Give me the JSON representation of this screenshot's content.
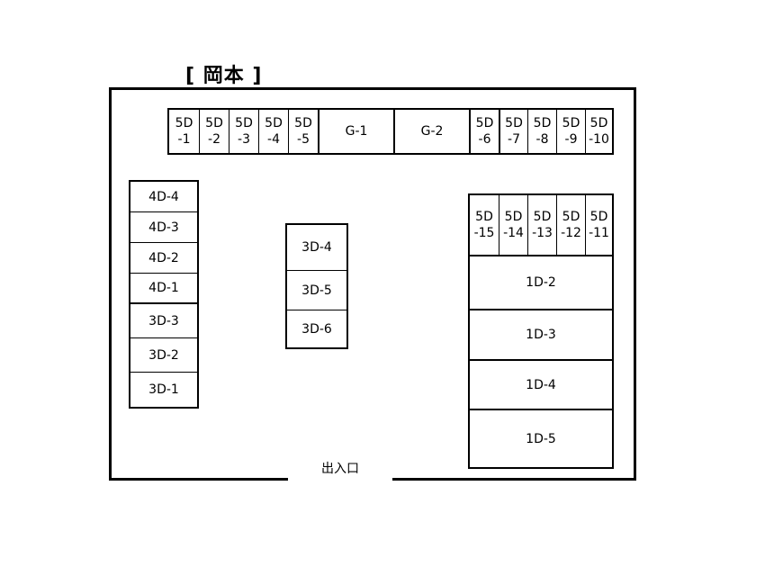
{
  "title": "[ 岡本 ]",
  "entrance": "出入口",
  "top_row": [
    "5D\n-1",
    "5D\n-2",
    "5D\n-3",
    "5D\n-4",
    "5D\n-5",
    "G-1",
    "G-2",
    "5D\n-6",
    "5D\n-7",
    "5D\n-8",
    "5D\n-9",
    "5D\n-10"
  ],
  "left_column": [
    "4D-4",
    "4D-3",
    "4D-2",
    "4D-1",
    "3D-3",
    "3D-2",
    "3D-1"
  ],
  "center_column": [
    "3D-4",
    "3D-5",
    "3D-6"
  ],
  "right_top_row": [
    "5D\n-15",
    "5D\n-14",
    "5D\n-13",
    "5D\n-12",
    "5D\n-11"
  ],
  "right_column": [
    "1D-2",
    "1D-3",
    "1D-4",
    "1D-5"
  ]
}
